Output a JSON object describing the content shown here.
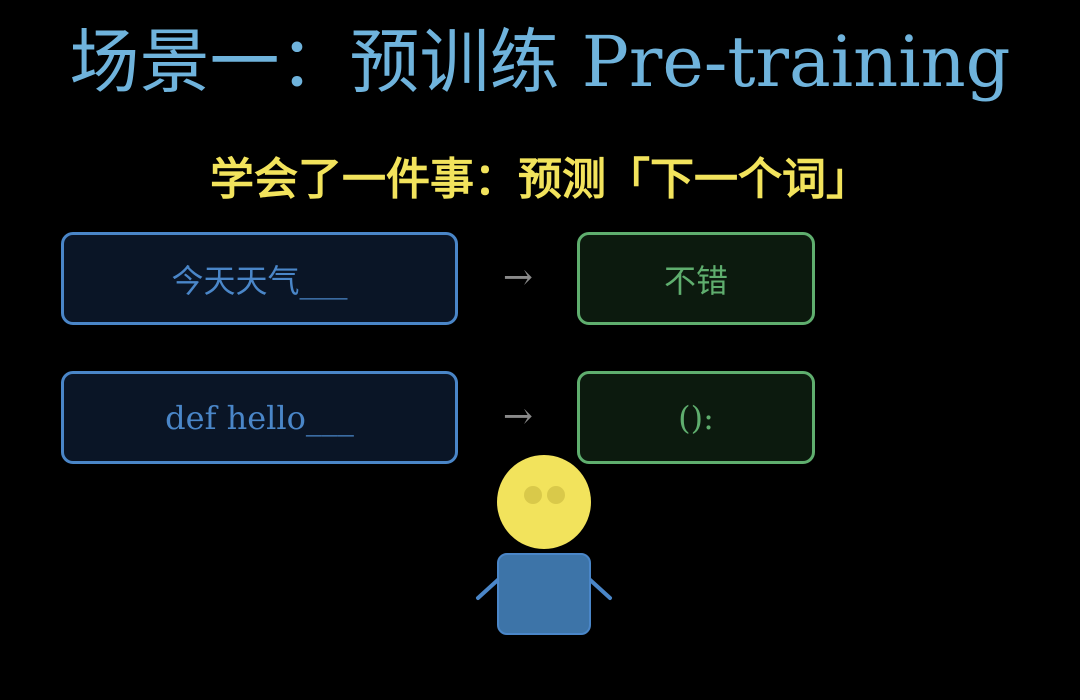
{
  "title": "场景一：预训练 Pre-training",
  "subtitle": "学会了一件事：预测「下一个词」",
  "examples": [
    {
      "input": "今天天气___",
      "arrow": "→",
      "output": "不错"
    },
    {
      "input": "def hello___",
      "arrow": "→",
      "output": "():"
    }
  ],
  "figure": {
    "head_color": "#f2e35c",
    "eye_color": "#d9c94a",
    "body_color": "#3d74a8",
    "body_border_color": "#4a86c8",
    "arm_color": "#4a86c8"
  },
  "colors": {
    "title": "#6fb3dc",
    "subtitle": "#f2e35c",
    "input_border": "#4a86c8",
    "output_border": "#5fae6e",
    "arrow": "#8a8a8a"
  }
}
